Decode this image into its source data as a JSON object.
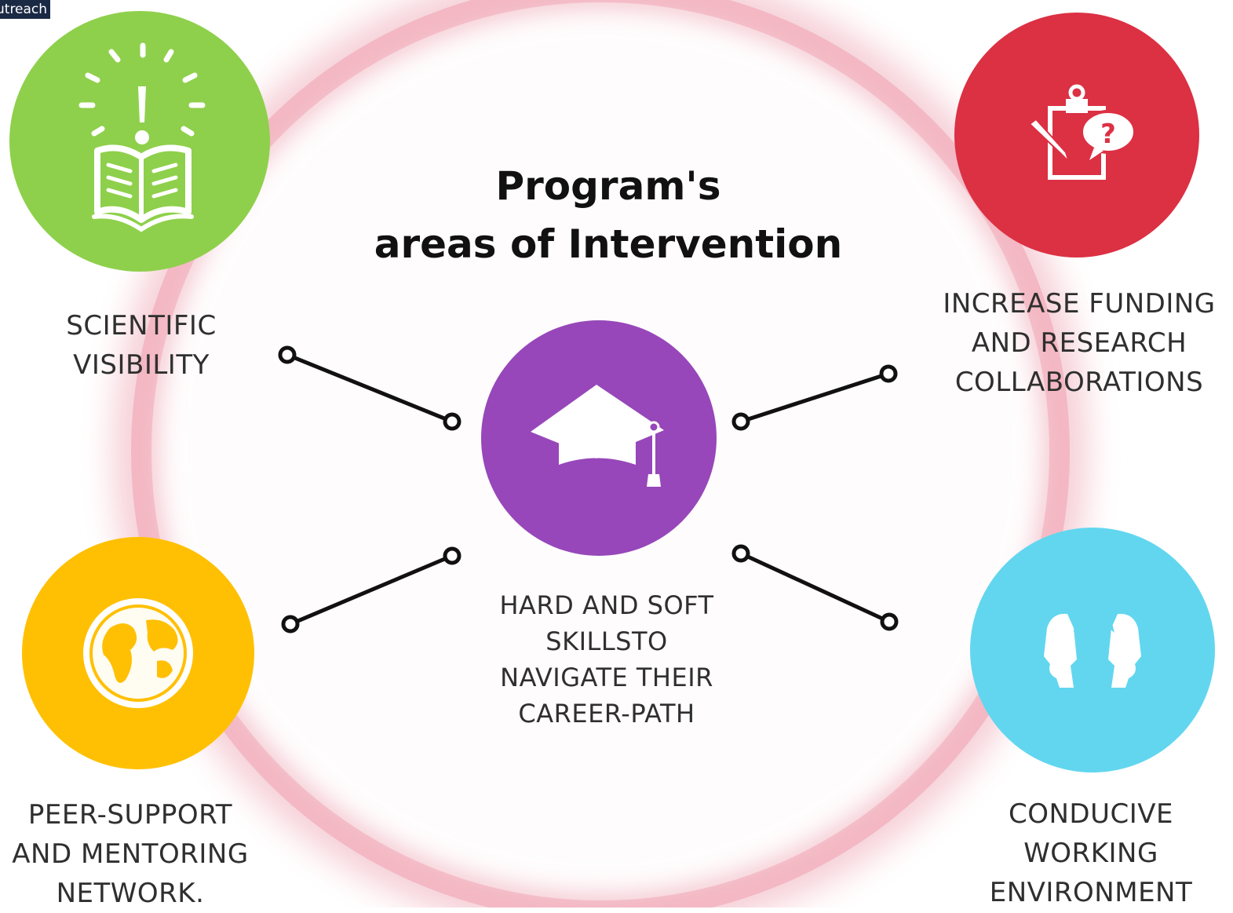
{
  "tag_label": "utreach",
  "title": {
    "line1": "Program's",
    "line2": "areas of Intervention"
  },
  "center": {
    "label_lines": [
      "HARD AND SOFT",
      "SKILLSTO",
      "NAVIGATE THEIR",
      "CAREER-PATH"
    ],
    "color": "#9747b9",
    "icon": "graduation-cap-icon"
  },
  "nodes": [
    {
      "id": "scientific-visibility",
      "label_lines": [
        "SCIENTIFIC",
        "VISIBILITY"
      ],
      "color": "#8ed04b",
      "icon": "book-idea-icon"
    },
    {
      "id": "increase-funding",
      "label_lines": [
        "INCREASE FUNDING",
        "AND RESEARCH",
        "COLLABORATIONS"
      ],
      "color": "#dc3043",
      "icon": "clipboard-question-icon"
    },
    {
      "id": "peer-support",
      "label_lines": [
        "PEER-SUPPORT",
        "AND MENTORING",
        "NETWORK."
      ],
      "color": "#ffc003",
      "icon": "globe-icon"
    },
    {
      "id": "conducive-environment",
      "label_lines": [
        "CONDUCIVE",
        "WORKING",
        "ENVIRONMENT"
      ],
      "color": "#62d6ef",
      "icon": "heads-exchange-icon"
    }
  ],
  "ring_color": "#f3b8c3",
  "connector_color": "#111111"
}
